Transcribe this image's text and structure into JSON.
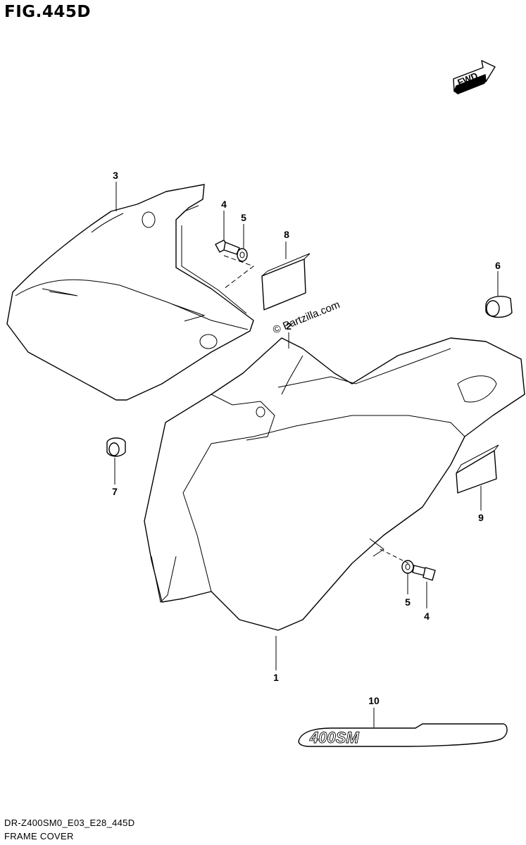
{
  "figure": {
    "title": "FIG.445D",
    "code": "DR-Z400SM0_E03_E28_445D",
    "name": "FRAME COVER",
    "watermark": "© Partzilla.com",
    "fwd_label": "FWD",
    "emblem_text": "400SM"
  },
  "callouts": {
    "c1": "1",
    "c2": "2",
    "c3": "3",
    "c4a": "4",
    "c4b": "4",
    "c5a": "5",
    "c5b": "5",
    "c6": "6",
    "c7": "7",
    "c8": "8",
    "c9": "9",
    "c10": "10"
  }
}
